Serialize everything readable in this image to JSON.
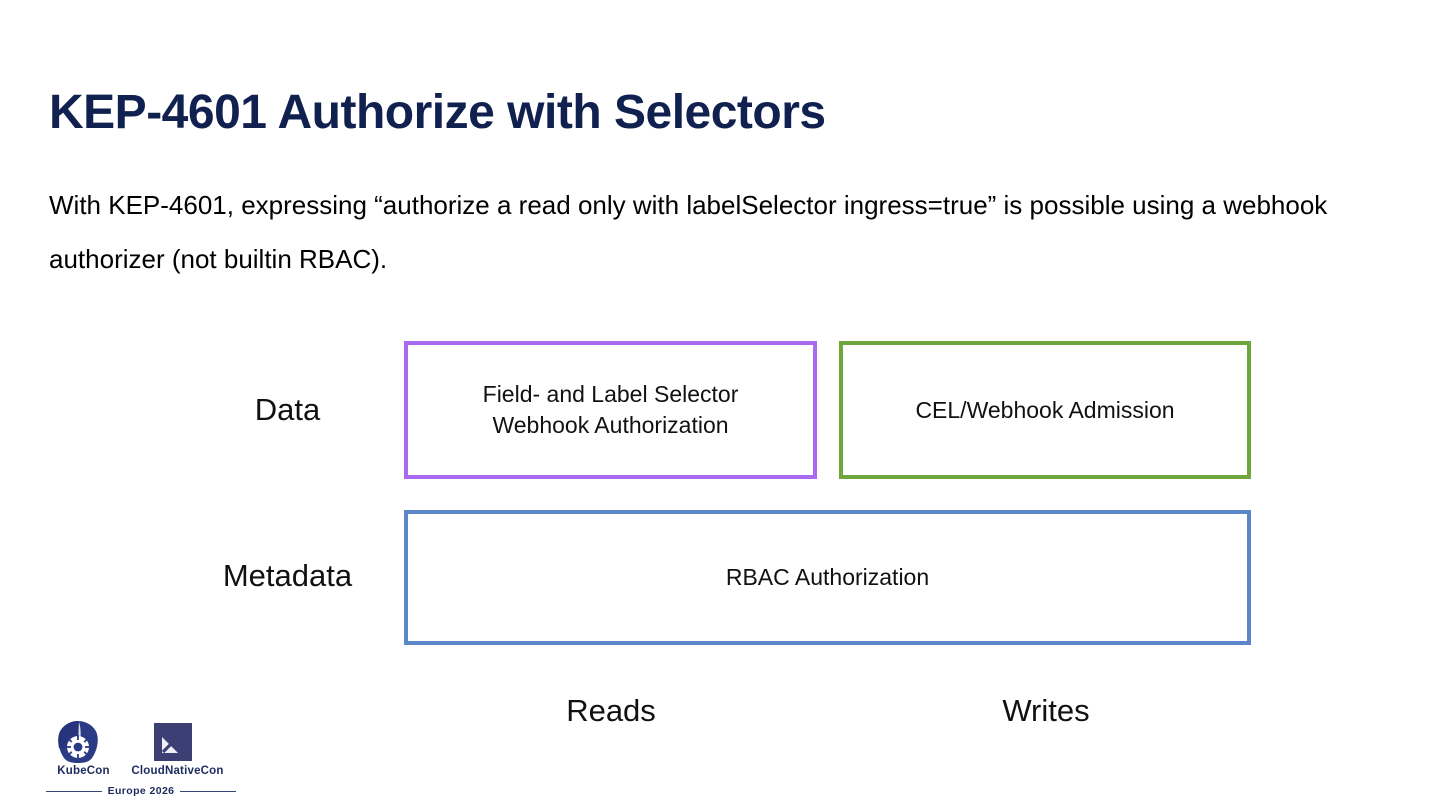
{
  "slide": {
    "title": "KEP-4601 Authorize with Selectors",
    "body": "With KEP-4601, expressing “authorize a read only with labelSelector ingress=true” is possible using a webhook authorizer (not builtin RBAC)."
  },
  "diagram": {
    "row_labels": {
      "data": "Data",
      "metadata": "Metadata"
    },
    "boxes": [
      {
        "id": "selector-webhook",
        "text": "Field- and Label Selector\nWebhook Authorization",
        "border_color": "#a86bf0"
      },
      {
        "id": "cel-admission",
        "text": "CEL/Webhook Admission",
        "border_color": "#6fa73e"
      },
      {
        "id": "rbac",
        "text": "RBAC Authorization",
        "border_color": "#5b87c9"
      }
    ],
    "flow_labels": {
      "reads": "Reads",
      "writes": "Writes"
    }
  },
  "logo": {
    "kubecon_word": "KubeCon",
    "cloudnativecon_word": "CloudNativeCon",
    "event": "Europe 2026",
    "brand_color": "#1d2b5e"
  },
  "colors": {
    "title": "#10204f",
    "text": "#000000",
    "purple": "#a86bf0",
    "green": "#6fa73e",
    "blue": "#5b87c9",
    "background": "#ffffff"
  }
}
